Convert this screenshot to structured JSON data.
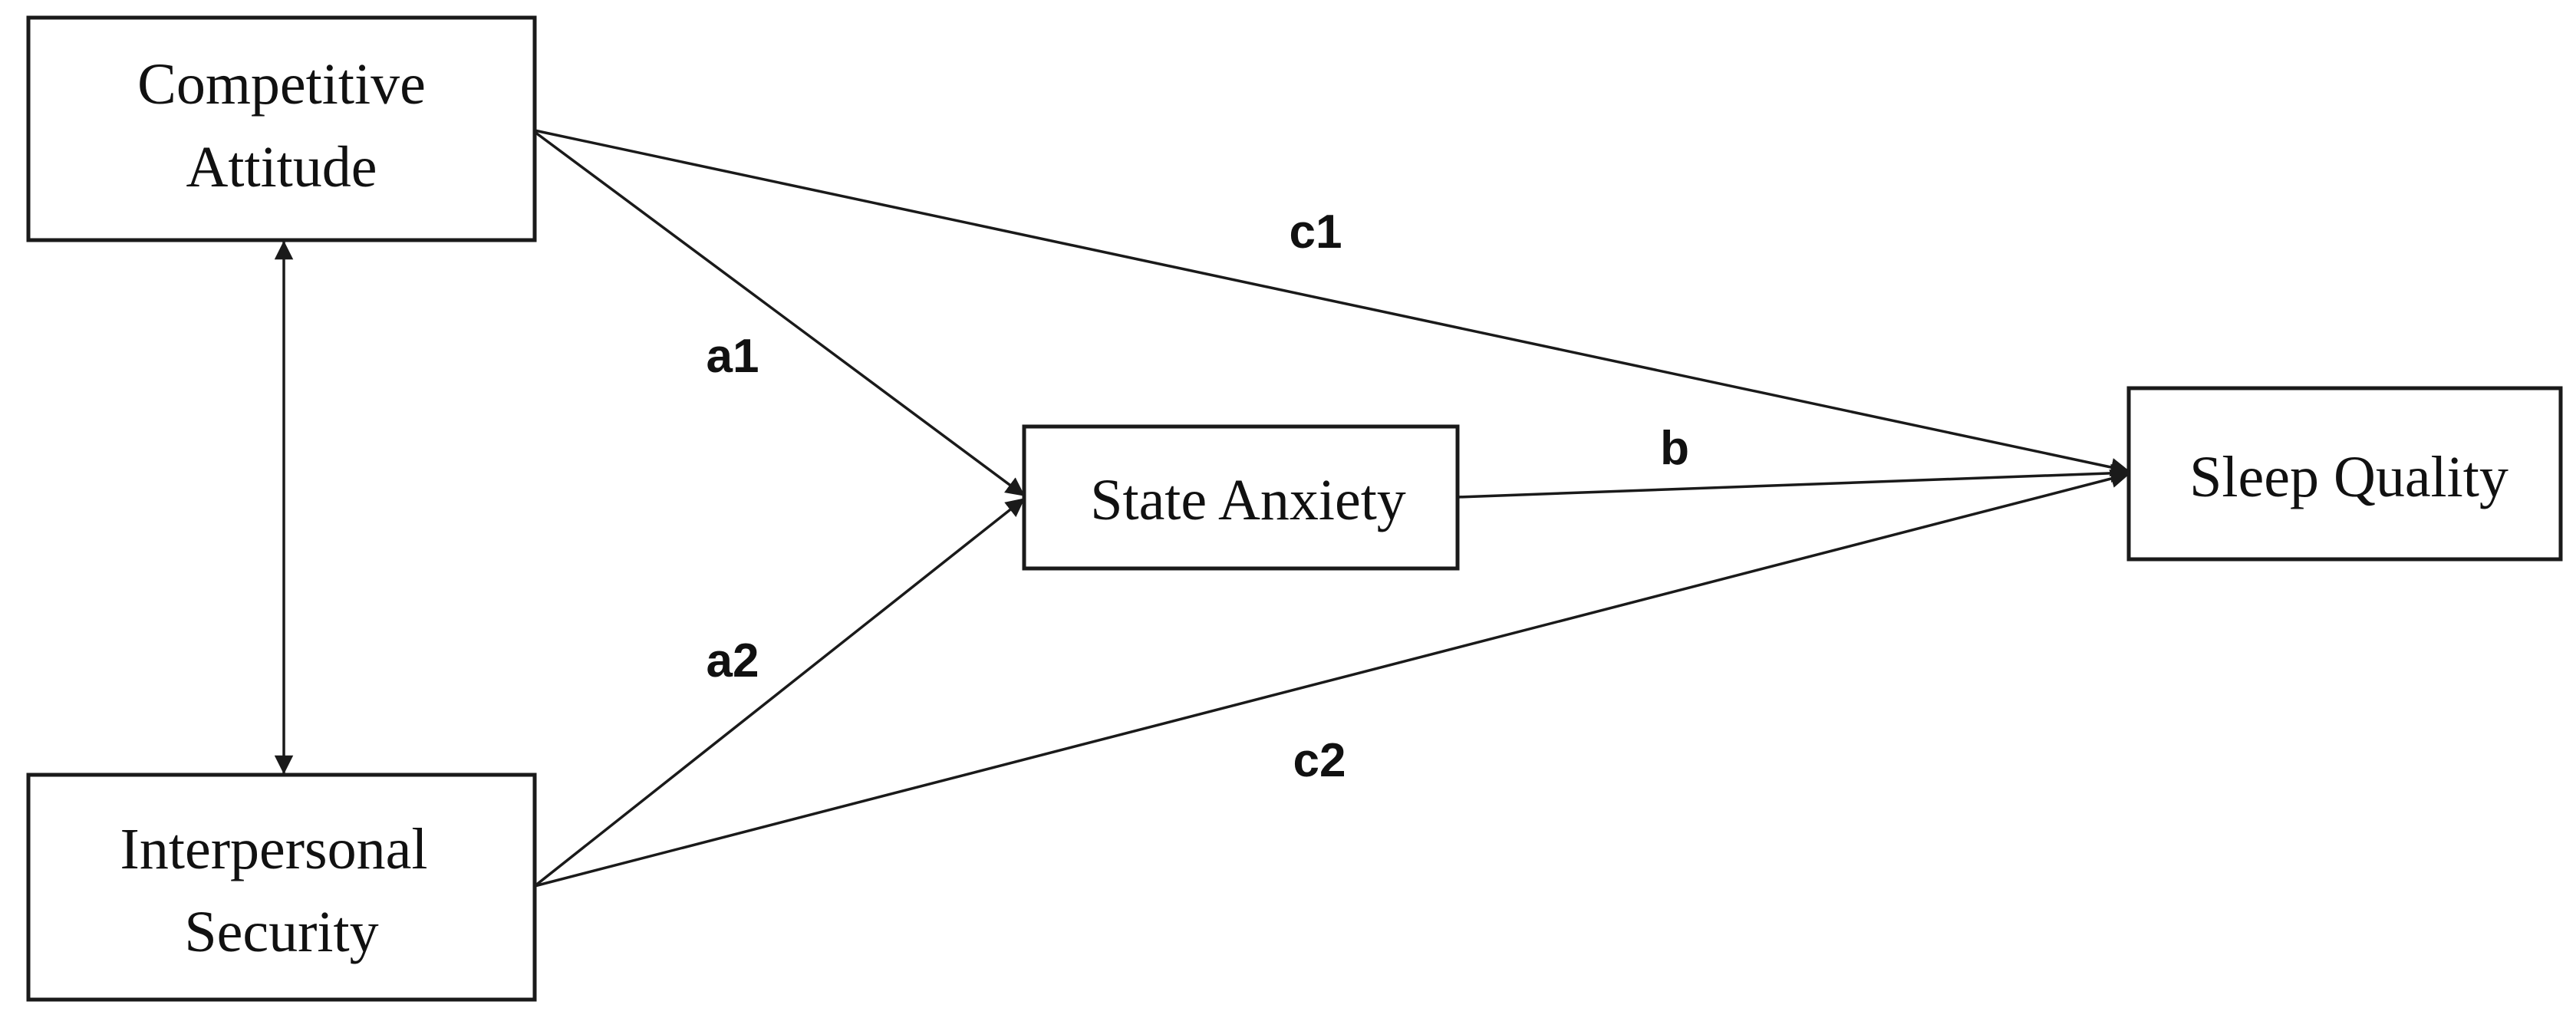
{
  "diagram": {
    "nodes": {
      "competitive_attitude": {
        "lines": [
          "Competitive",
          "Attitude"
        ]
      },
      "interpersonal_security": {
        "lines": [
          "Interpersonal",
          "Security"
        ]
      },
      "state_anxiety": {
        "label": "State Anxiety"
      },
      "sleep_quality": {
        "label": "Sleep Quality"
      }
    },
    "paths": {
      "a1": "a1",
      "a2": "a2",
      "b": "b",
      "c1": "c1",
      "c2": "c2"
    },
    "colors": {
      "line": "#1a1a1a",
      "text": "#111111",
      "background": "#ffffff"
    }
  }
}
